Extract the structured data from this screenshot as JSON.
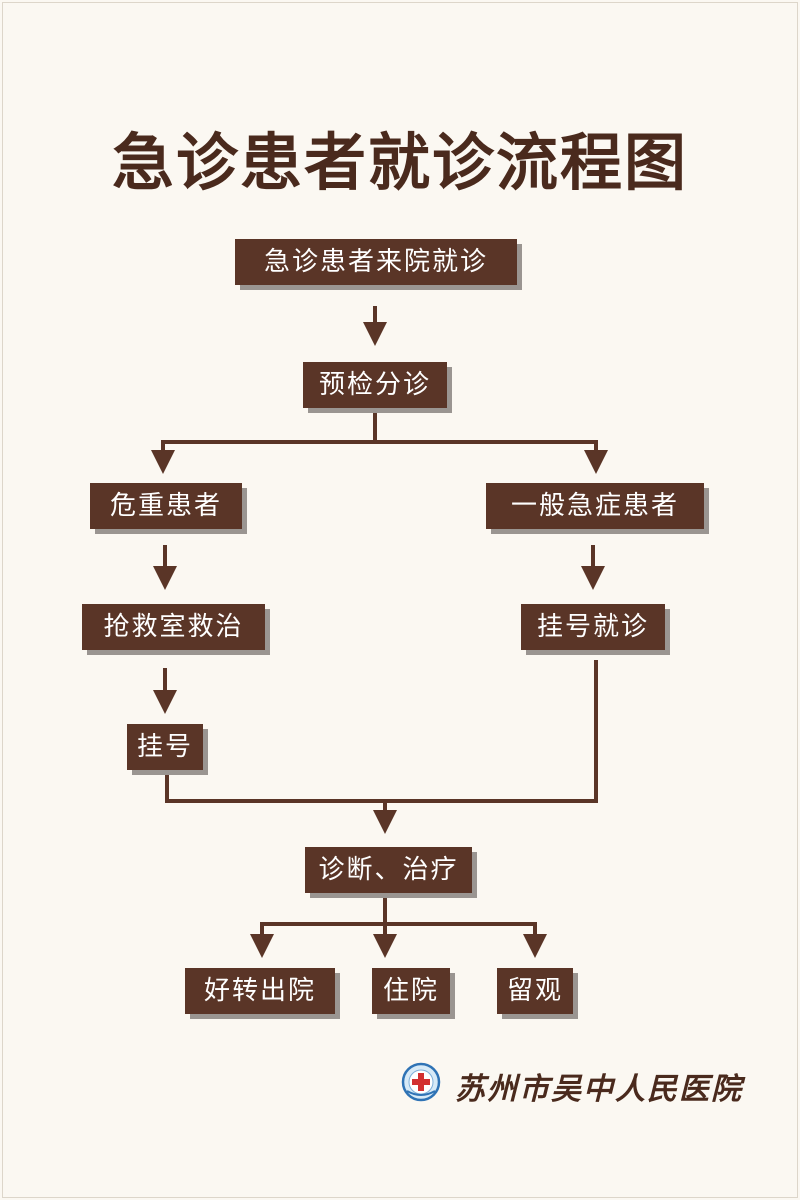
{
  "title": "急诊患者就诊流程图",
  "steps": {
    "arrive": "急诊患者来院就诊",
    "triage": "预检分诊",
    "critical": "危重患者",
    "general": "一般急症患者",
    "rescue": "抢救室救治",
    "register_consult": "挂号就诊",
    "register": "挂号",
    "diagnose": "诊断、治疗",
    "discharge": "好转出院",
    "admit": "住院",
    "observe": "留观"
  },
  "hospital": {
    "name": "苏州市吴中人民医院"
  },
  "colors": {
    "box": "#5a3527",
    "shadow": "#9a9591",
    "connector": "#5a3527",
    "title": "#4a2a1d",
    "background": "#fbf8f2"
  }
}
